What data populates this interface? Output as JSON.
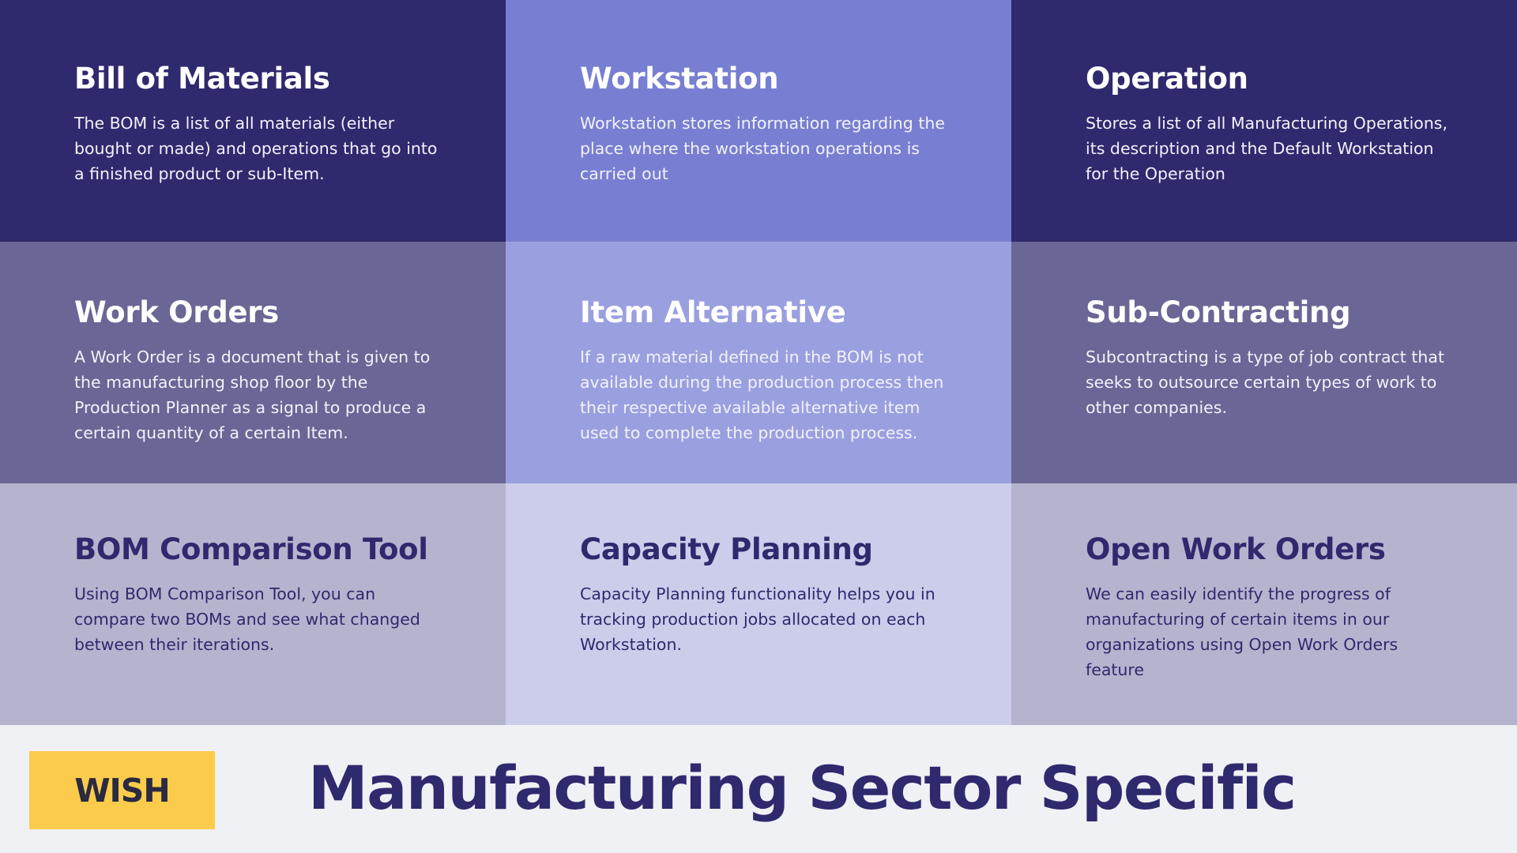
{
  "cards": [
    {
      "title": "Bill of Materials",
      "description": "The BOM is a list of all materials (either bought or made) and operations that go into a finished product or sub-Item."
    },
    {
      "title": "Workstation",
      "description": "Workstation stores information regarding the place where the workstation operations is carried out"
    },
    {
      "title": "Operation",
      "description": "Stores a list of all Manufacturing Operations, its description and the Default Workstation for the Operation"
    },
    {
      "title": "Work Orders",
      "description": "A Work Order is a document that is given to the manufacturing shop floor by the Production Planner as a signal to produce a certain quantity of a certain Item."
    },
    {
      "title": "Item Alternative",
      "description": "If a raw material defined in the BOM is not available during the production process then their respective available alternative item used to complete the production process."
    },
    {
      "title": "Sub-Contracting",
      "description": "Subcontracting is a type of job contract that seeks to outsource certain types of work to other companies."
    },
    {
      "title": "BOM Comparison Tool",
      "description": "Using BOM Comparison Tool, you can compare two BOMs and see what changed between their iterations."
    },
    {
      "title": "Capacity Planning",
      "description": "Capacity Planning functionality helps you in tracking production jobs allocated on each Workstation."
    },
    {
      "title": "Open Work Orders",
      "description": "We can easily identify the progress of manufacturing of certain items in our organizations using Open Work Orders feature"
    }
  ],
  "footer": {
    "badge": "WISH",
    "title": "Manufacturing Sector Specific"
  },
  "colors": {
    "dark_indigo": "#2f296e",
    "medium_indigo": "#787ed1",
    "muted_indigo": "#6a6695",
    "light_periwinkle": "#9a9fdf",
    "gray_lavender": "#b4b4ce",
    "pale_lavender": "#cbcdeb",
    "badge_yellow": "#fbcc4c",
    "footer_bg": "#f0f1f5"
  }
}
